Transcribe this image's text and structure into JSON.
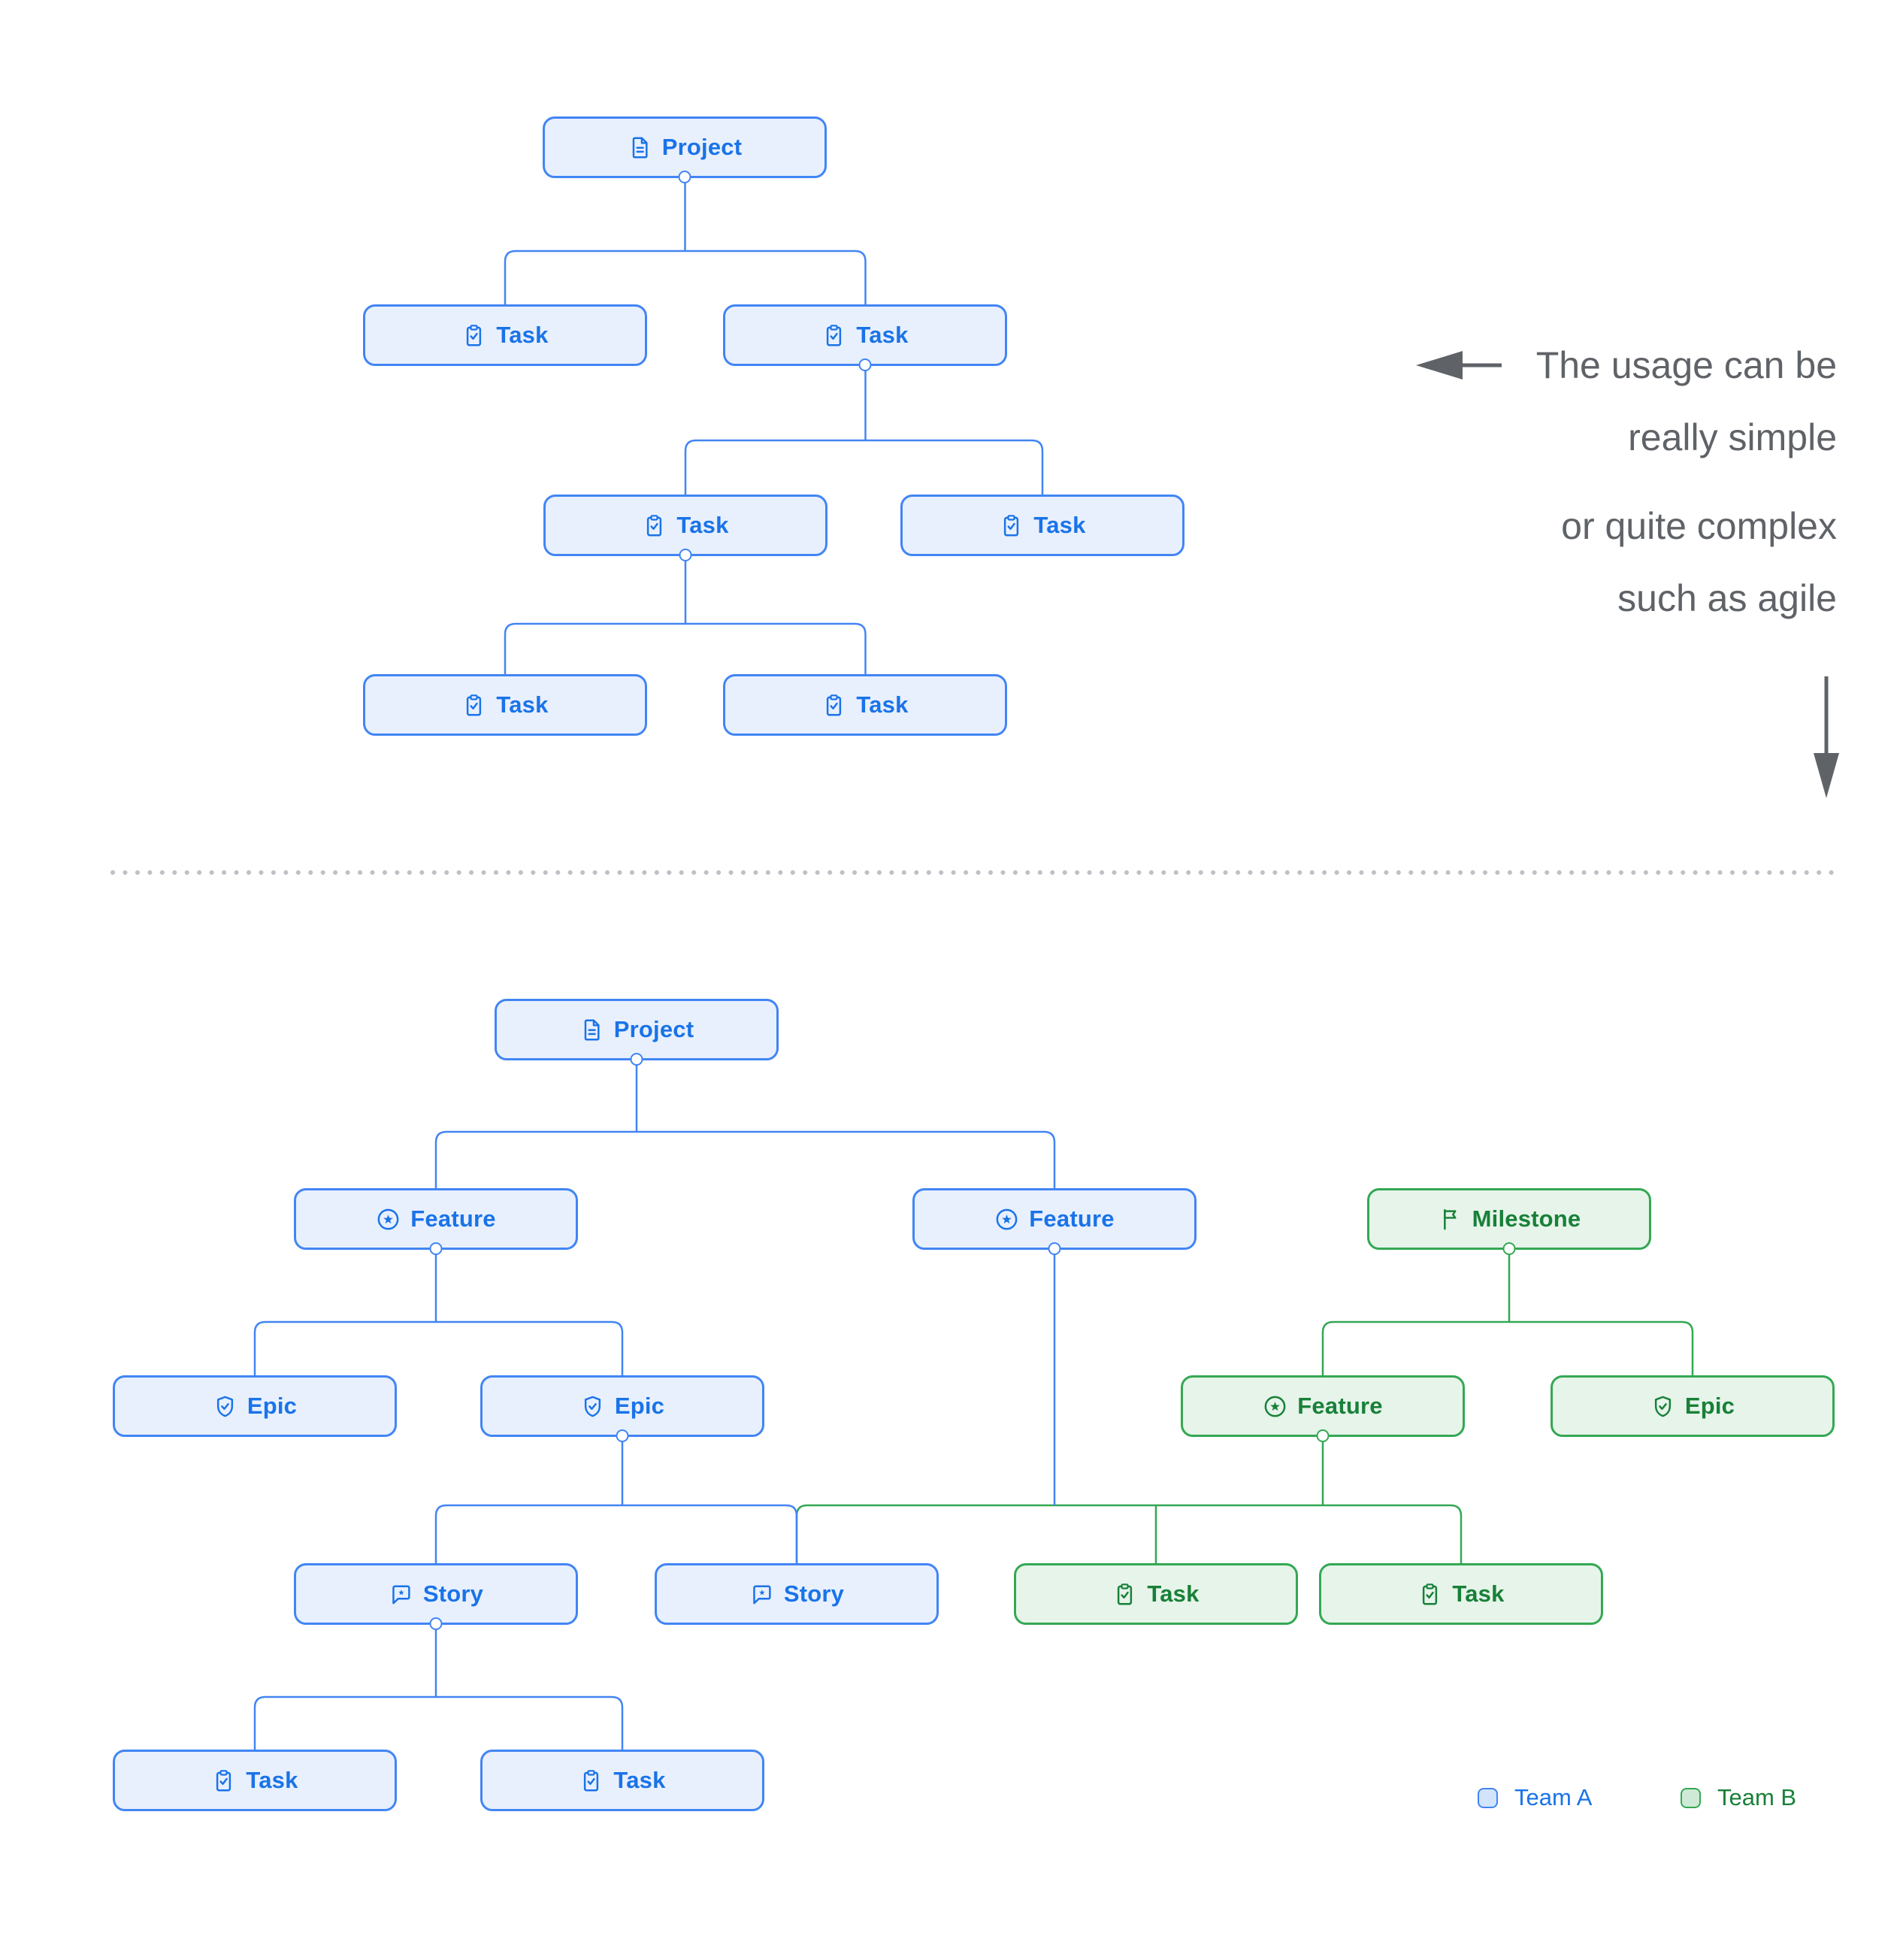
{
  "colors": {
    "team_a_border": "#4285F4",
    "team_a_fill": "#E8F0FE",
    "team_a_text": "#1A73E8",
    "team_b_border": "#34A853",
    "team_b_fill": "#E6F4EA",
    "team_b_text": "#188038",
    "legend_a_swatch": "#D2E3FC",
    "legend_b_swatch": "#CEEAD6",
    "annotation_gray": "#5F6368",
    "divider_dots": "#BDC1C6"
  },
  "simple_diagram": {
    "nodes": [
      {
        "label": "Project",
        "icon": "document-icon",
        "team": "Team A"
      },
      {
        "label": "Task",
        "icon": "task-icon",
        "team": "Team A"
      },
      {
        "label": "Task",
        "icon": "task-icon",
        "team": "Team A"
      },
      {
        "label": "Task",
        "icon": "task-icon",
        "team": "Team A"
      },
      {
        "label": "Task",
        "icon": "task-icon",
        "team": "Team A"
      },
      {
        "label": "Task",
        "icon": "task-icon",
        "team": "Team A"
      },
      {
        "label": "Task",
        "icon": "task-icon",
        "team": "Team A"
      }
    ]
  },
  "complex_diagram": {
    "nodes": [
      {
        "label": "Project",
        "icon": "document-icon",
        "team": "Team A"
      },
      {
        "label": "Feature",
        "icon": "feature-icon",
        "team": "Team A"
      },
      {
        "label": "Feature",
        "icon": "feature-icon",
        "team": "Team A"
      },
      {
        "label": "Milestone",
        "icon": "milestone-icon",
        "team": "Team B"
      },
      {
        "label": "Epic",
        "icon": "epic-icon",
        "team": "Team A"
      },
      {
        "label": "Epic",
        "icon": "epic-icon",
        "team": "Team A"
      },
      {
        "label": "Feature",
        "icon": "feature-icon",
        "team": "Team B"
      },
      {
        "label": "Epic",
        "icon": "epic-icon",
        "team": "Team B"
      },
      {
        "label": "Story",
        "icon": "story-icon",
        "team": "Team A"
      },
      {
        "label": "Story",
        "icon": "story-icon",
        "team": "Team A"
      },
      {
        "label": "Task",
        "icon": "task-icon",
        "team": "Team B"
      },
      {
        "label": "Task",
        "icon": "task-icon",
        "team": "Team B"
      },
      {
        "label": "Task",
        "icon": "task-icon",
        "team": "Team A"
      },
      {
        "label": "Task",
        "icon": "task-icon",
        "team": "Team A"
      }
    ]
  },
  "annotation": {
    "line1": "The usage can be",
    "line2": "really simple",
    "line3": "or quite complex",
    "line4": "such as agile"
  },
  "legend": {
    "team_a_label": "Team A",
    "team_b_label": "Team B"
  }
}
